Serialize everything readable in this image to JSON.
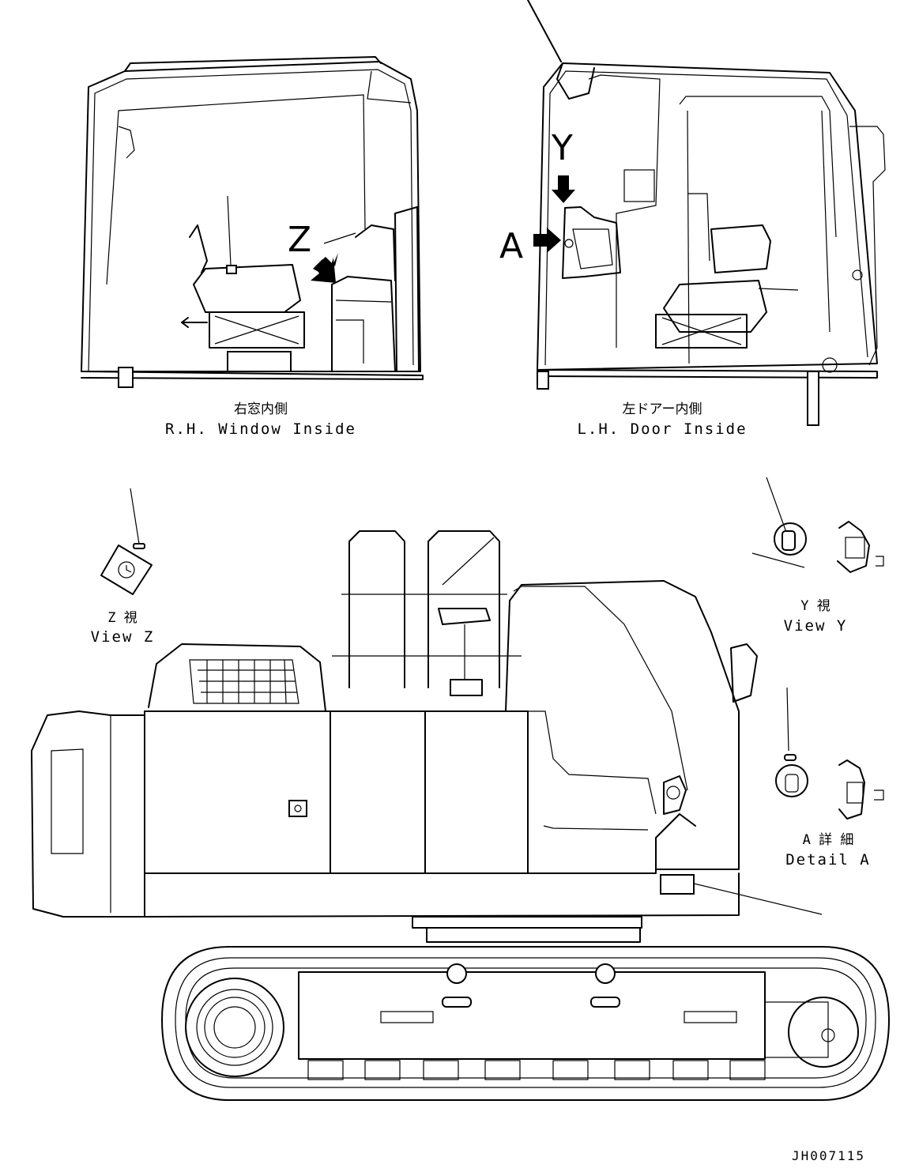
{
  "markers": {
    "z": "Z",
    "y": "Y",
    "a": "A"
  },
  "views": {
    "rh_window": {
      "caption_jp": "右窓内側",
      "caption_en": "R.H. Window Inside"
    },
    "lh_door": {
      "caption_jp": "左ドアー内側",
      "caption_en": "L.H. Door Inside"
    },
    "view_z": {
      "caption_jp": "Z 視",
      "caption_en": "View Z"
    },
    "view_y": {
      "caption_jp": "Y 視",
      "caption_en": "View Y"
    },
    "detail_a": {
      "caption_jp": "A 詳 細",
      "caption_en": "Detail A"
    }
  },
  "drawing_number": "JH007115"
}
